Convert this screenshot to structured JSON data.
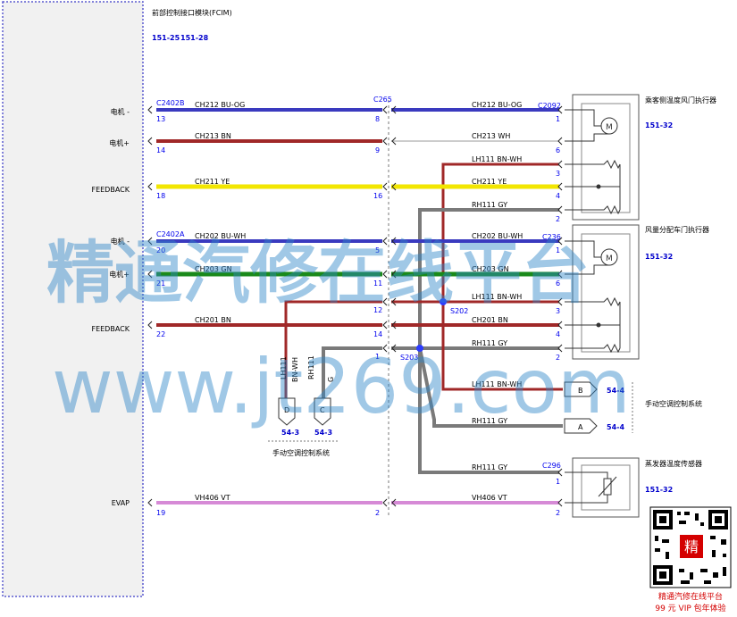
{
  "module": {
    "title": "前部控制接口模块(FCIM)",
    "refs": [
      "151-25",
      "151-28"
    ]
  },
  "pins_left": [
    {
      "label": "电机 -"
    },
    {
      "label": "电机+"
    },
    {
      "label": "FEEDBACK"
    },
    {
      "label": "电机 -"
    },
    {
      "label": "电机+"
    },
    {
      "label": "FEEDBACK"
    },
    {
      "label": "EVAP"
    }
  ],
  "connectors": {
    "c2402b": "C2402B",
    "c2402a": "C2402A",
    "c265": "C265",
    "c2092": "C2092",
    "c236": "C236",
    "c296": "C296"
  },
  "splices": {
    "s202": "S202",
    "s203": "S203"
  },
  "wires": [
    {
      "id": "w1",
      "left": "CH212   BU-OG",
      "right": "CH212   BU-OG",
      "pin_l": "13",
      "pin_m": "8",
      "pin_r": "1",
      "color": "#3a3abf"
    },
    {
      "id": "w2",
      "left": "CH213   BN",
      "right": "CH213   WH",
      "pin_l": "14",
      "pin_m": "9",
      "pin_r": "6",
      "color": "#a02828"
    },
    {
      "id": "w3",
      "left": "",
      "right": "LH111   BN-WH",
      "pin_l": "",
      "pin_m": "",
      "pin_r": "3",
      "color": "#a02828"
    },
    {
      "id": "w4",
      "left": "CH211   YE",
      "right": "CH211   YE",
      "pin_l": "18",
      "pin_m": "16",
      "pin_r": "4",
      "color": "#f2e600"
    },
    {
      "id": "w5",
      "left": "",
      "right": "RH111   GY",
      "pin_l": "",
      "pin_m": "",
      "pin_r": "2",
      "color": "#7a7a7a"
    },
    {
      "id": "w6",
      "left": "CH202   BU-WH",
      "right": "CH202   BU-WH",
      "pin_l": "20",
      "pin_m": "5",
      "pin_r": "1",
      "color": "#3a3abf"
    },
    {
      "id": "w7",
      "left": "CH203   GN",
      "right": "CH203   GN",
      "pin_l": "21",
      "pin_m": "11",
      "pin_r": "6",
      "color": "#1a8a1a"
    },
    {
      "id": "w8",
      "left": "",
      "right": "LH111   BN-WH",
      "pin_l": "",
      "pin_m": "12",
      "pin_r": "3",
      "color": "#a02828"
    },
    {
      "id": "w9",
      "left": "CH201   BN",
      "right": "CH201   BN",
      "pin_l": "22",
      "pin_m": "14",
      "pin_r": "4",
      "color": "#a02828"
    },
    {
      "id": "w10",
      "left": "",
      "right": "RH111   GY",
      "pin_l": "",
      "pin_m": "1",
      "pin_r": "2",
      "color": "#7a7a7a"
    },
    {
      "id": "w11",
      "left": "",
      "right": "LH111   BN-WH",
      "pin_l": "",
      "pin_m": "",
      "pin_r": "",
      "color": "#a02828"
    },
    {
      "id": "w12",
      "left": "",
      "right": "RH111   GY",
      "pin_l": "",
      "pin_m": "",
      "pin_r": "",
      "color": "#7a7a7a"
    },
    {
      "id": "w13",
      "left": "",
      "right": "RH111   GY",
      "pin_l": "",
      "pin_m": "",
      "pin_r": "1",
      "color": "#7a7a7a"
    },
    {
      "id": "w14",
      "left": "VH406   VT",
      "right": "VH406   VT",
      "pin_l": "19",
      "pin_m": "2",
      "pin_r": "2",
      "color": "#d68ad6"
    }
  ],
  "components": {
    "passenger_temp": {
      "title": "乘客侧温度风门执行器",
      "ref": "151-32"
    },
    "air_dist": {
      "title": "风量分配车门执行器",
      "ref": "151-32"
    },
    "manual_ac_right": {
      "title": "手动空调控制系统",
      "ref_b": "54-4",
      "ref_a": "54-4",
      "pin_b": "B",
      "pin_a": "A"
    },
    "evap_sensor": {
      "title": "蒸发器温度传感器",
      "ref": "151-32"
    },
    "manual_ac_bottom": {
      "title": "手动空调控制系统",
      "ref_d": "54-3",
      "ref_c": "54-3",
      "pin_d": "D",
      "pin_c": "C",
      "wire_d": "LH111",
      "wire_d2": "BN-WH",
      "wire_c": "RH111",
      "wire_c2": "G"
    }
  },
  "watermark": {
    "line1": "精通汽修在线平台",
    "line2": "www.jt269.com"
  },
  "promo": {
    "qr_char": "精",
    "line1": "精通汽修在线平台",
    "line2": "99 元 VIP 包年体验"
  }
}
